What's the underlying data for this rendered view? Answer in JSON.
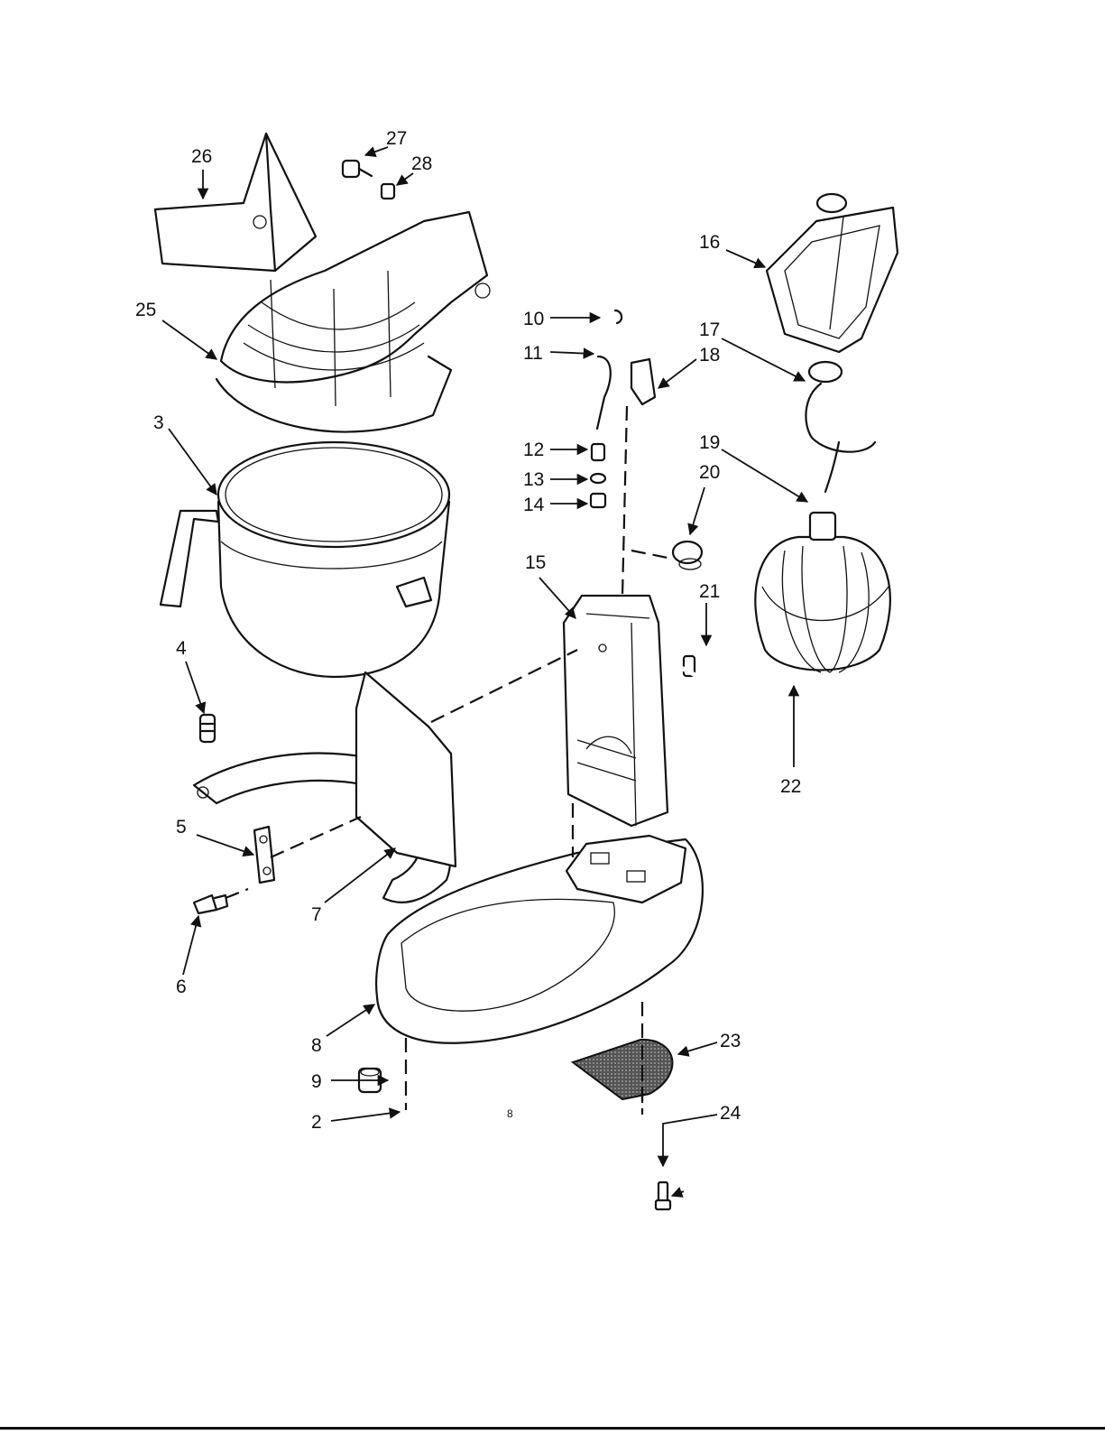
{
  "diagram": {
    "callouts": [
      "2",
      "3",
      "4",
      "5",
      "6",
      "7",
      "8",
      "9",
      "10",
      "11",
      "12",
      "13",
      "14",
      "15",
      "16",
      "17",
      "18",
      "19",
      "20",
      "21",
      "22",
      "23",
      "24",
      "25",
      "26",
      "27",
      "28"
    ],
    "footnote_mark": "8"
  },
  "colors": {
    "ink": "#111111",
    "paper": "#ffffff"
  }
}
